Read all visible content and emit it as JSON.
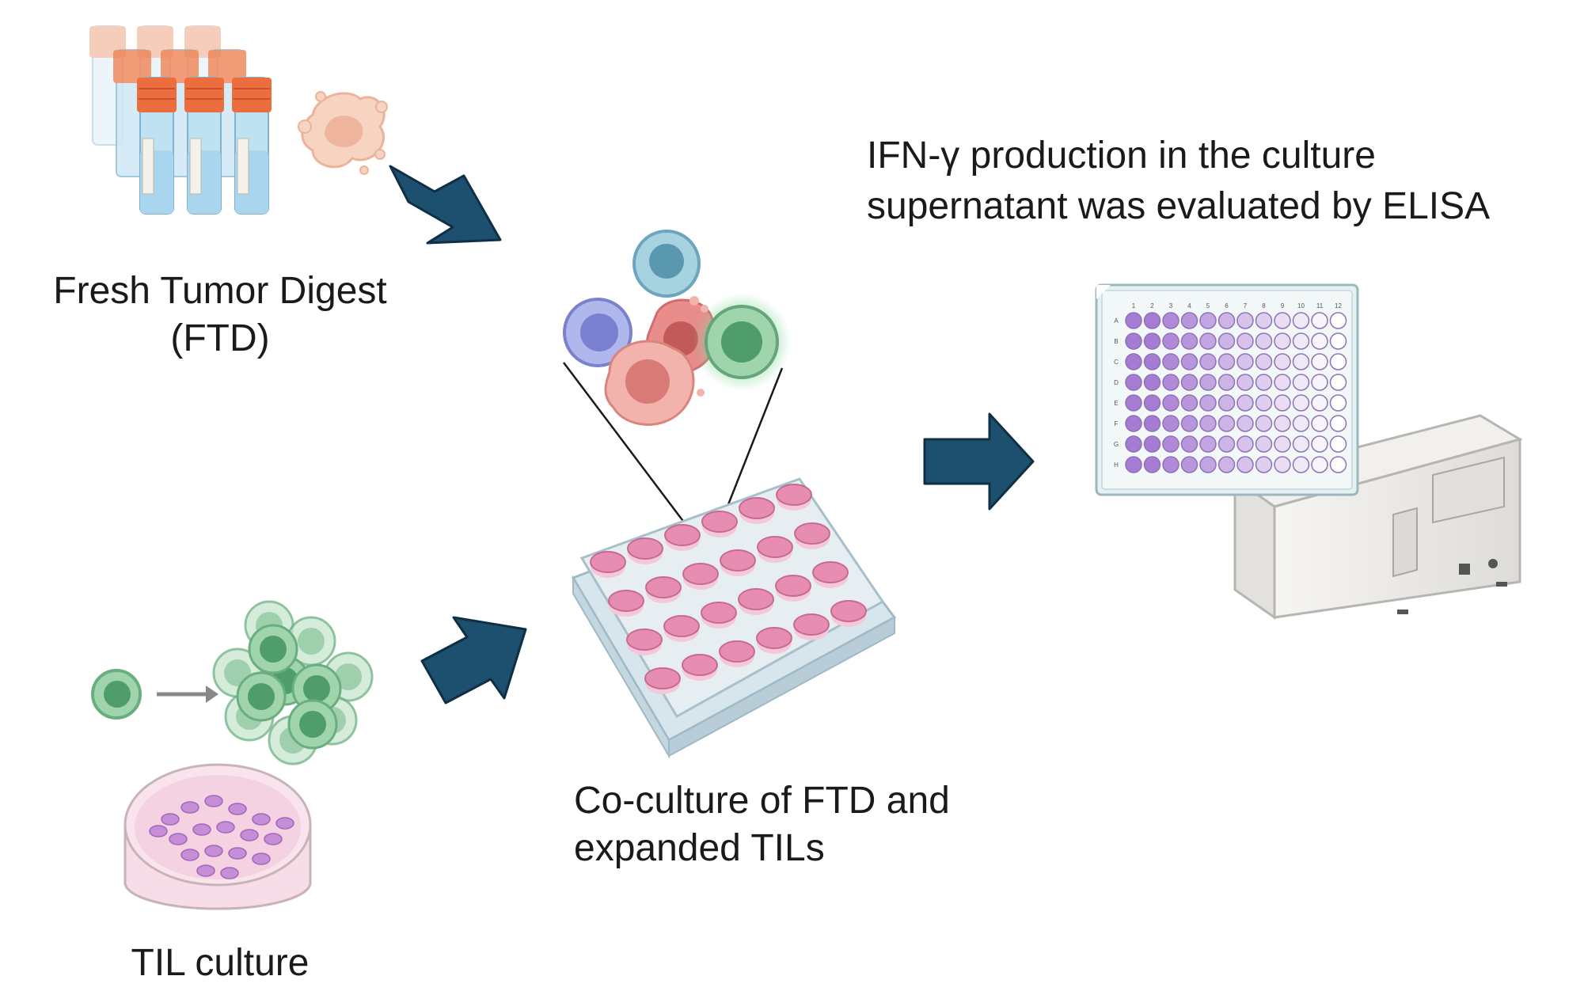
{
  "labels": {
    "ftd_line1": "Fresh Tumor Digest",
    "ftd_line2": "(FTD)",
    "elisa_line1": "IFN-γ production in the culture",
    "elisa_line2": "supernatant was evaluated by ELISA",
    "coculture_line1": "Co-culture of FTD and",
    "coculture_line2": "expanded TILs",
    "til": "TIL culture"
  },
  "elisa_plate": {
    "column_labels": [
      "1",
      "2",
      "3",
      "4",
      "5",
      "6",
      "7",
      "8",
      "9",
      "10",
      "11",
      "12"
    ],
    "row_labels": [
      "A",
      "B",
      "C",
      "D",
      "E",
      "F",
      "G",
      "H"
    ]
  },
  "colors": {
    "arrow": "#1d4f6e",
    "vial_cap": "#ec6d3d",
    "vial_tube": "#bfe2f3",
    "tumor": "#f4c2ad",
    "til_cell": "#6db587",
    "well_pink": "#e88db2",
    "plate_frame": "#e6eef1",
    "elisa_purple": "#a67bd3",
    "reader_body": "#ecebe8"
  }
}
